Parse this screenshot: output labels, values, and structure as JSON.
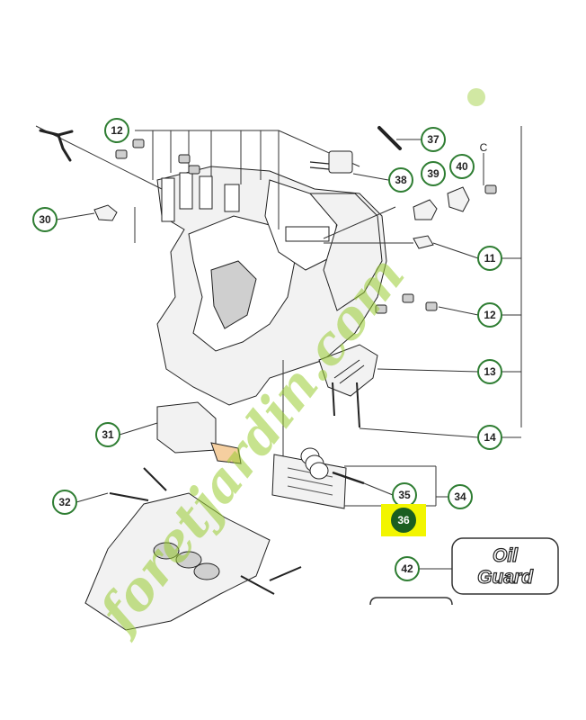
{
  "callouts": {
    "c37": "37",
    "c12a": "12",
    "c38": "38",
    "c39": "39",
    "c40": "40",
    "c30": "30",
    "c11": "11",
    "c12b": "12",
    "c13": "13",
    "c14": "14",
    "c31": "31",
    "c32": "32",
    "c35": "35",
    "c34": "34",
    "c36": "36",
    "c42": "42"
  },
  "letter_c": "C",
  "oil_guard": {
    "line1": "Oil",
    "line2": "Guard"
  },
  "watermark": "foretjardin.com",
  "colors": {
    "callout_border": "#2e7d32",
    "highlight": "#f2f500",
    "highlight_border": "#1b5e20",
    "watermark_green": "#9acd32",
    "watermark_orange": "#f4b183"
  }
}
